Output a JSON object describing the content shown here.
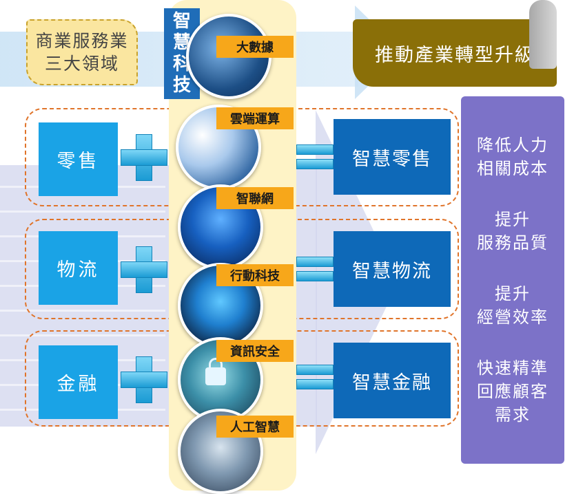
{
  "top": {
    "domains_label_line1": "商業服務業",
    "domains_label_line2": "三大領域",
    "goal_label": "推動產業轉型升級"
  },
  "tech": {
    "title_chars": [
      "智",
      "慧",
      "科",
      "技"
    ],
    "items": [
      {
        "label": "大數據"
      },
      {
        "label": "雲端運算"
      },
      {
        "label": "智聯網"
      },
      {
        "label": "行動科技"
      },
      {
        "label": "資訊安全"
      },
      {
        "label": "人工智慧"
      }
    ]
  },
  "rows": [
    {
      "sector": "零售",
      "result": "智慧零售"
    },
    {
      "sector": "物流",
      "result": "智慧物流"
    },
    {
      "sector": "金融",
      "result": "智慧金融"
    }
  ],
  "benefits": [
    {
      "text": "降低人力\n相關成本"
    },
    {
      "text": "提升\n服務品質"
    },
    {
      "text": "提升\n經營效率"
    },
    {
      "text": "快速精準\n回應顧客\n需求"
    }
  ],
  "colors": {
    "sector_blue": "#1aa3e6",
    "result_blue": "#0e69b8",
    "tech_label_orange": "#f7a71a",
    "benefit_purple": "#7c72c8",
    "goal_olive": "#8a6f08",
    "dashed_orange": "#e0742a"
  }
}
